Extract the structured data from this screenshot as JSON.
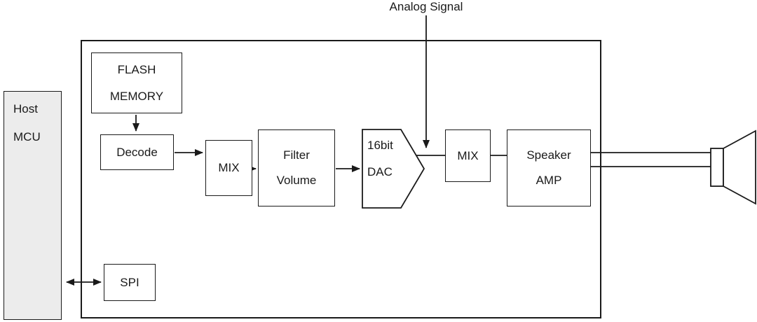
{
  "colors": {
    "stroke": "#1a1a1a",
    "host_fill": "#ececec",
    "background": "#ffffff"
  },
  "labels": {
    "analog_signal": "Analog Signal",
    "host_mcu_line1": "Host",
    "host_mcu_line2": "MCU",
    "flash_line1": "FLASH",
    "flash_line2": "MEMORY",
    "decode": "Decode",
    "mix_input": "MIX",
    "filter_line1": "Filter",
    "filter_line2": "Volume",
    "dac_line1": "16bit",
    "dac_line2": "DAC",
    "mix_output": "MIX",
    "amp_line1": "Speaker",
    "amp_line2": "AMP",
    "spi": "SPI"
  }
}
